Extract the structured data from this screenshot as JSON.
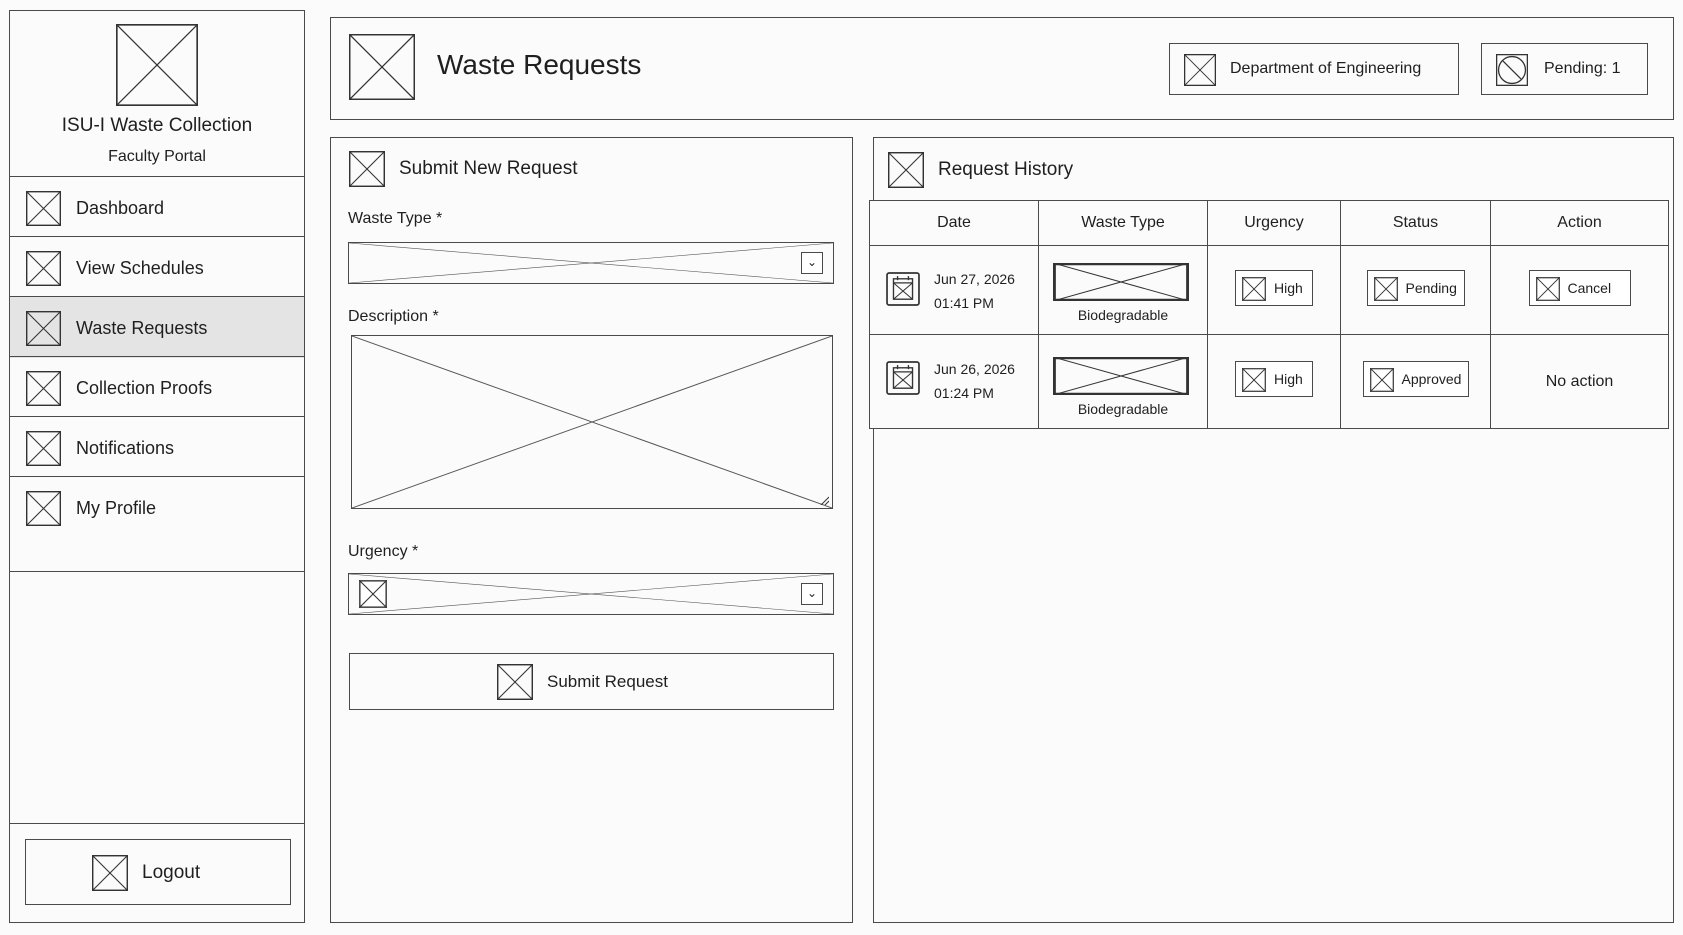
{
  "sidebar": {
    "app_title": "ISU-I Waste Collection",
    "app_subtitle": "Faculty Portal",
    "items": [
      {
        "label": "Dashboard",
        "icon": "dashboard-icon"
      },
      {
        "label": "View Schedules",
        "icon": "calendar-icon"
      },
      {
        "label": "Waste Requests",
        "icon": "request-icon",
        "active": true
      },
      {
        "label": "Collection Proofs",
        "icon": "photo-icon"
      },
      {
        "label": "Notifications",
        "icon": "bell-icon"
      },
      {
        "label": "My Profile",
        "icon": "user-icon"
      }
    ],
    "logout_label": "Logout"
  },
  "header": {
    "title": "Waste Requests",
    "department": "Department of Engineering",
    "pending": "Pending: 1"
  },
  "form": {
    "title": "Submit New Request",
    "waste_type_label": "Waste Type *",
    "description_label": "Description *",
    "urgency_label": "Urgency *",
    "submit_label": "Submit Request"
  },
  "history": {
    "title": "Request History",
    "columns": [
      "Date",
      "Waste Type",
      "Urgency",
      "Status",
      "Action"
    ],
    "rows": [
      {
        "date": "Jun 27, 2026",
        "time": "01:41 PM",
        "waste_type": "Biodegradable",
        "urgency": "High",
        "status": "Pending",
        "action": "Cancel"
      },
      {
        "date": "Jun 26, 2026",
        "time": "01:24 PM",
        "waste_type": "Biodegradable",
        "urgency": "High",
        "status": "Approved",
        "action": "No action"
      }
    ]
  }
}
